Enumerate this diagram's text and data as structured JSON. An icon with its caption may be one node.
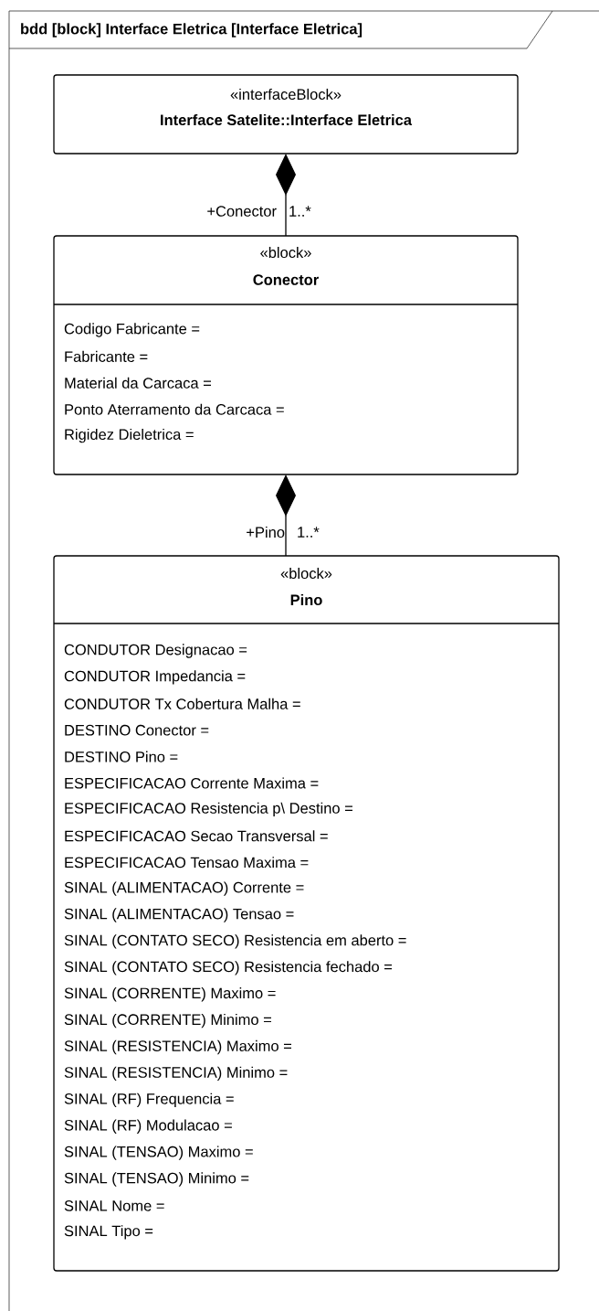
{
  "diagram": {
    "title": "bdd [block] Interface Eletrica [Interface Eletrica]",
    "nodes": [
      {
        "text": [
          "«interfaceBlock»",
          "Interface Satelite::Interface Eletrica"
        ]
      },
      {
        "text": [
          "«block»",
          "Conector",
          "Codigo Fabricante =",
          "Fabricante =",
          "Material da Carcaca =",
          "Ponto Aterramento da Carcaca =",
          "Rigidez Dieletrica ="
        ]
      },
      {
        "text": [
          "«block»",
          "Pino",
          "CONDUTOR Designacao =",
          "CONDUTOR Impedancia =",
          "CONDUTOR Tx Cobertura Malha =",
          "DESTINO Conector =",
          "DESTINO Pino =",
          "ESPECIFICACAO Corrente Maxima =",
          "ESPECIFICACAO Resistencia p\\ Destino =",
          "ESPECIFICACAO Secao Transversal =",
          "ESPECIFICACAO Tensao Maxima =",
          "SINAL (ALIMENTACAO) Corrente =",
          "SINAL (ALIMENTACAO) Tensao =",
          "SINAL (CONTATO SECO) Resistencia em aberto =",
          "SINAL (CONTATO SECO) Resistencia fechado =",
          "SINAL (CORRENTE) Maximo =",
          "SINAL (CORRENTE) Minimo =",
          "SINAL (RESISTENCIA) Maximo =",
          "SINAL (RESISTENCIA) Minimo =",
          "SINAL (RF) Frequencia =",
          "SINAL (RF) Modulacao =",
          "SINAL (TENSAO) Maximo =",
          "SINAL (TENSAO) Minimo =",
          "SINAL Nome =",
          "SINAL Tipo ="
        ]
      }
    ],
    "edges": [
      {
        "from": 0,
        "to": 1,
        "arrow": "other",
        "label": "+Conector"
      },
      {
        "from": 1,
        "to": 2,
        "arrow": "other",
        "label": "+Pino"
      }
    ],
    "labels": [
      "1..*",
      "1..*"
    ]
  }
}
